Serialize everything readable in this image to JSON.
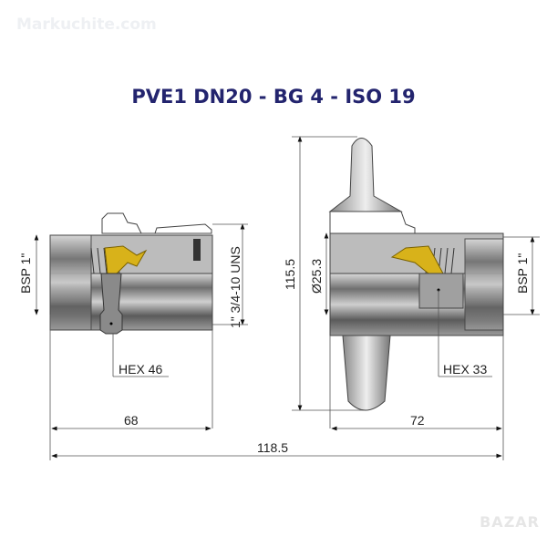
{
  "watermark": "Markuchite.com",
  "title": "PVE1 DN20 - BG 4 - ISO 19",
  "brand": "BAZAR",
  "dimensions": {
    "left_bsp": "BSP 1\"",
    "left_uns": "1\" 3/4-10 UNS",
    "left_hex": "HEX 46",
    "left_length": "68",
    "right_height": "115.5",
    "right_diameter": "Ø25.3",
    "right_bsp": "BSP 1\"",
    "right_hex": "HEX 33",
    "right_length": "72",
    "total_length": "118.5"
  },
  "colors": {
    "title": "#23246e",
    "seal": "#d8b21a",
    "body": "#8a8a8a"
  }
}
